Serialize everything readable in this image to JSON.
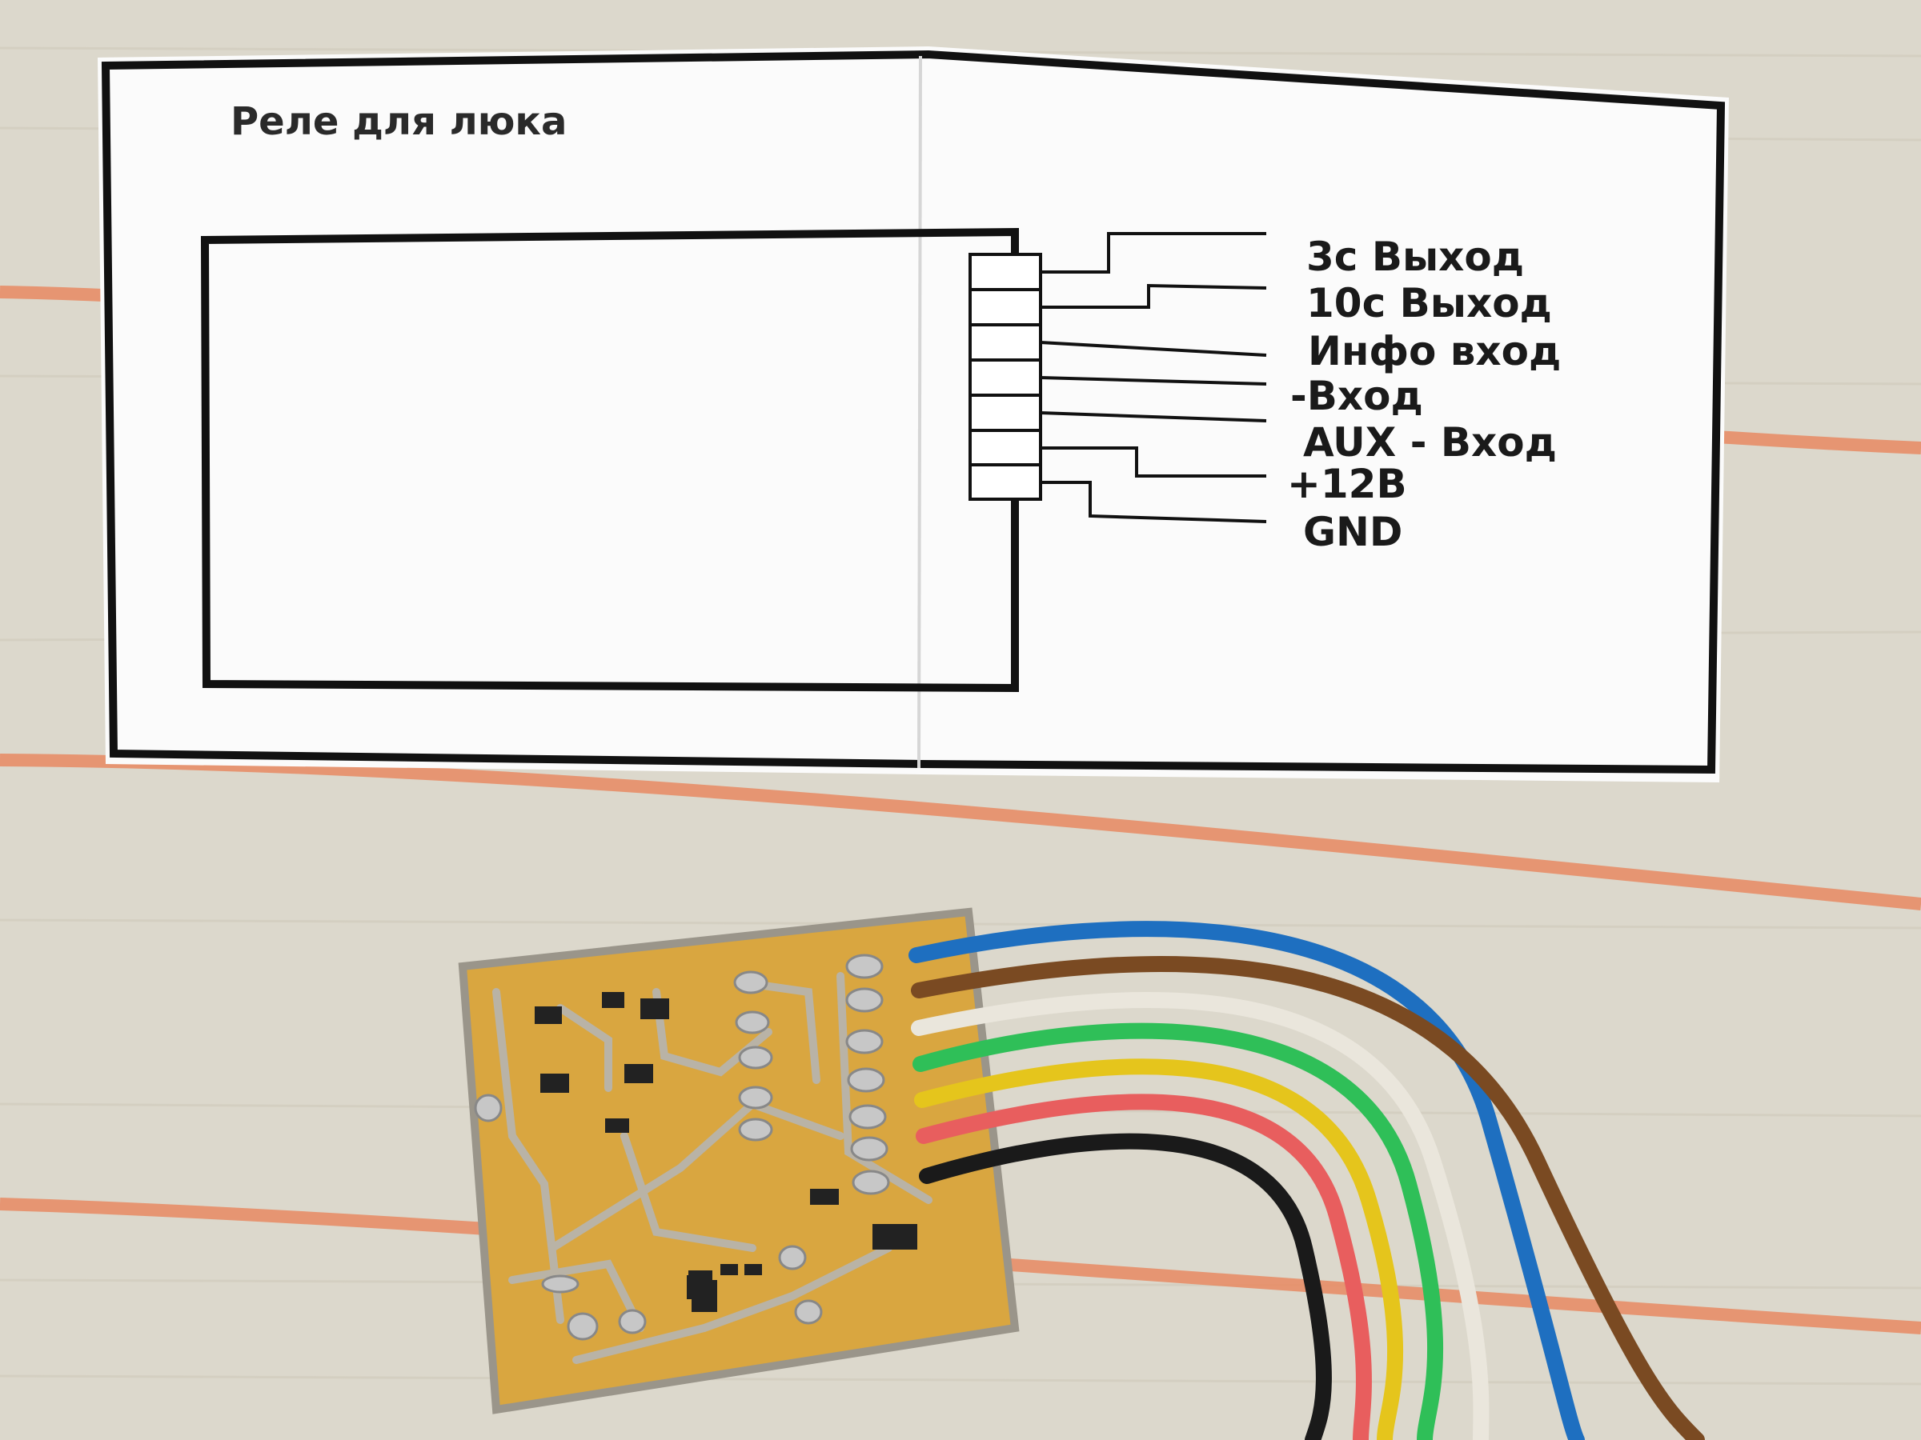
{
  "diagram": {
    "title": "Реле для люка",
    "pins": [
      {
        "label": "3с Выход"
      },
      {
        "label": "10с Выход"
      },
      {
        "label": "Инфо вход"
      },
      {
        "label": "-Вход"
      },
      {
        "label": "AUX - Вход"
      },
      {
        "label": "+12В"
      },
      {
        "label": "GND"
      }
    ]
  },
  "colors": {
    "cloth": "#dcd8cc",
    "stripe": "#e88a62",
    "paper": "#fbfbfb",
    "ink": "#111111",
    "pcb": "#d9a640",
    "solder": "#b8b8b8",
    "wires": [
      "#1e6fc0",
      "#7a4a22",
      "#eae6dc",
      "#2fbf58",
      "#e5c51c",
      "#e85e5e",
      "#1a1a1a"
    ]
  }
}
